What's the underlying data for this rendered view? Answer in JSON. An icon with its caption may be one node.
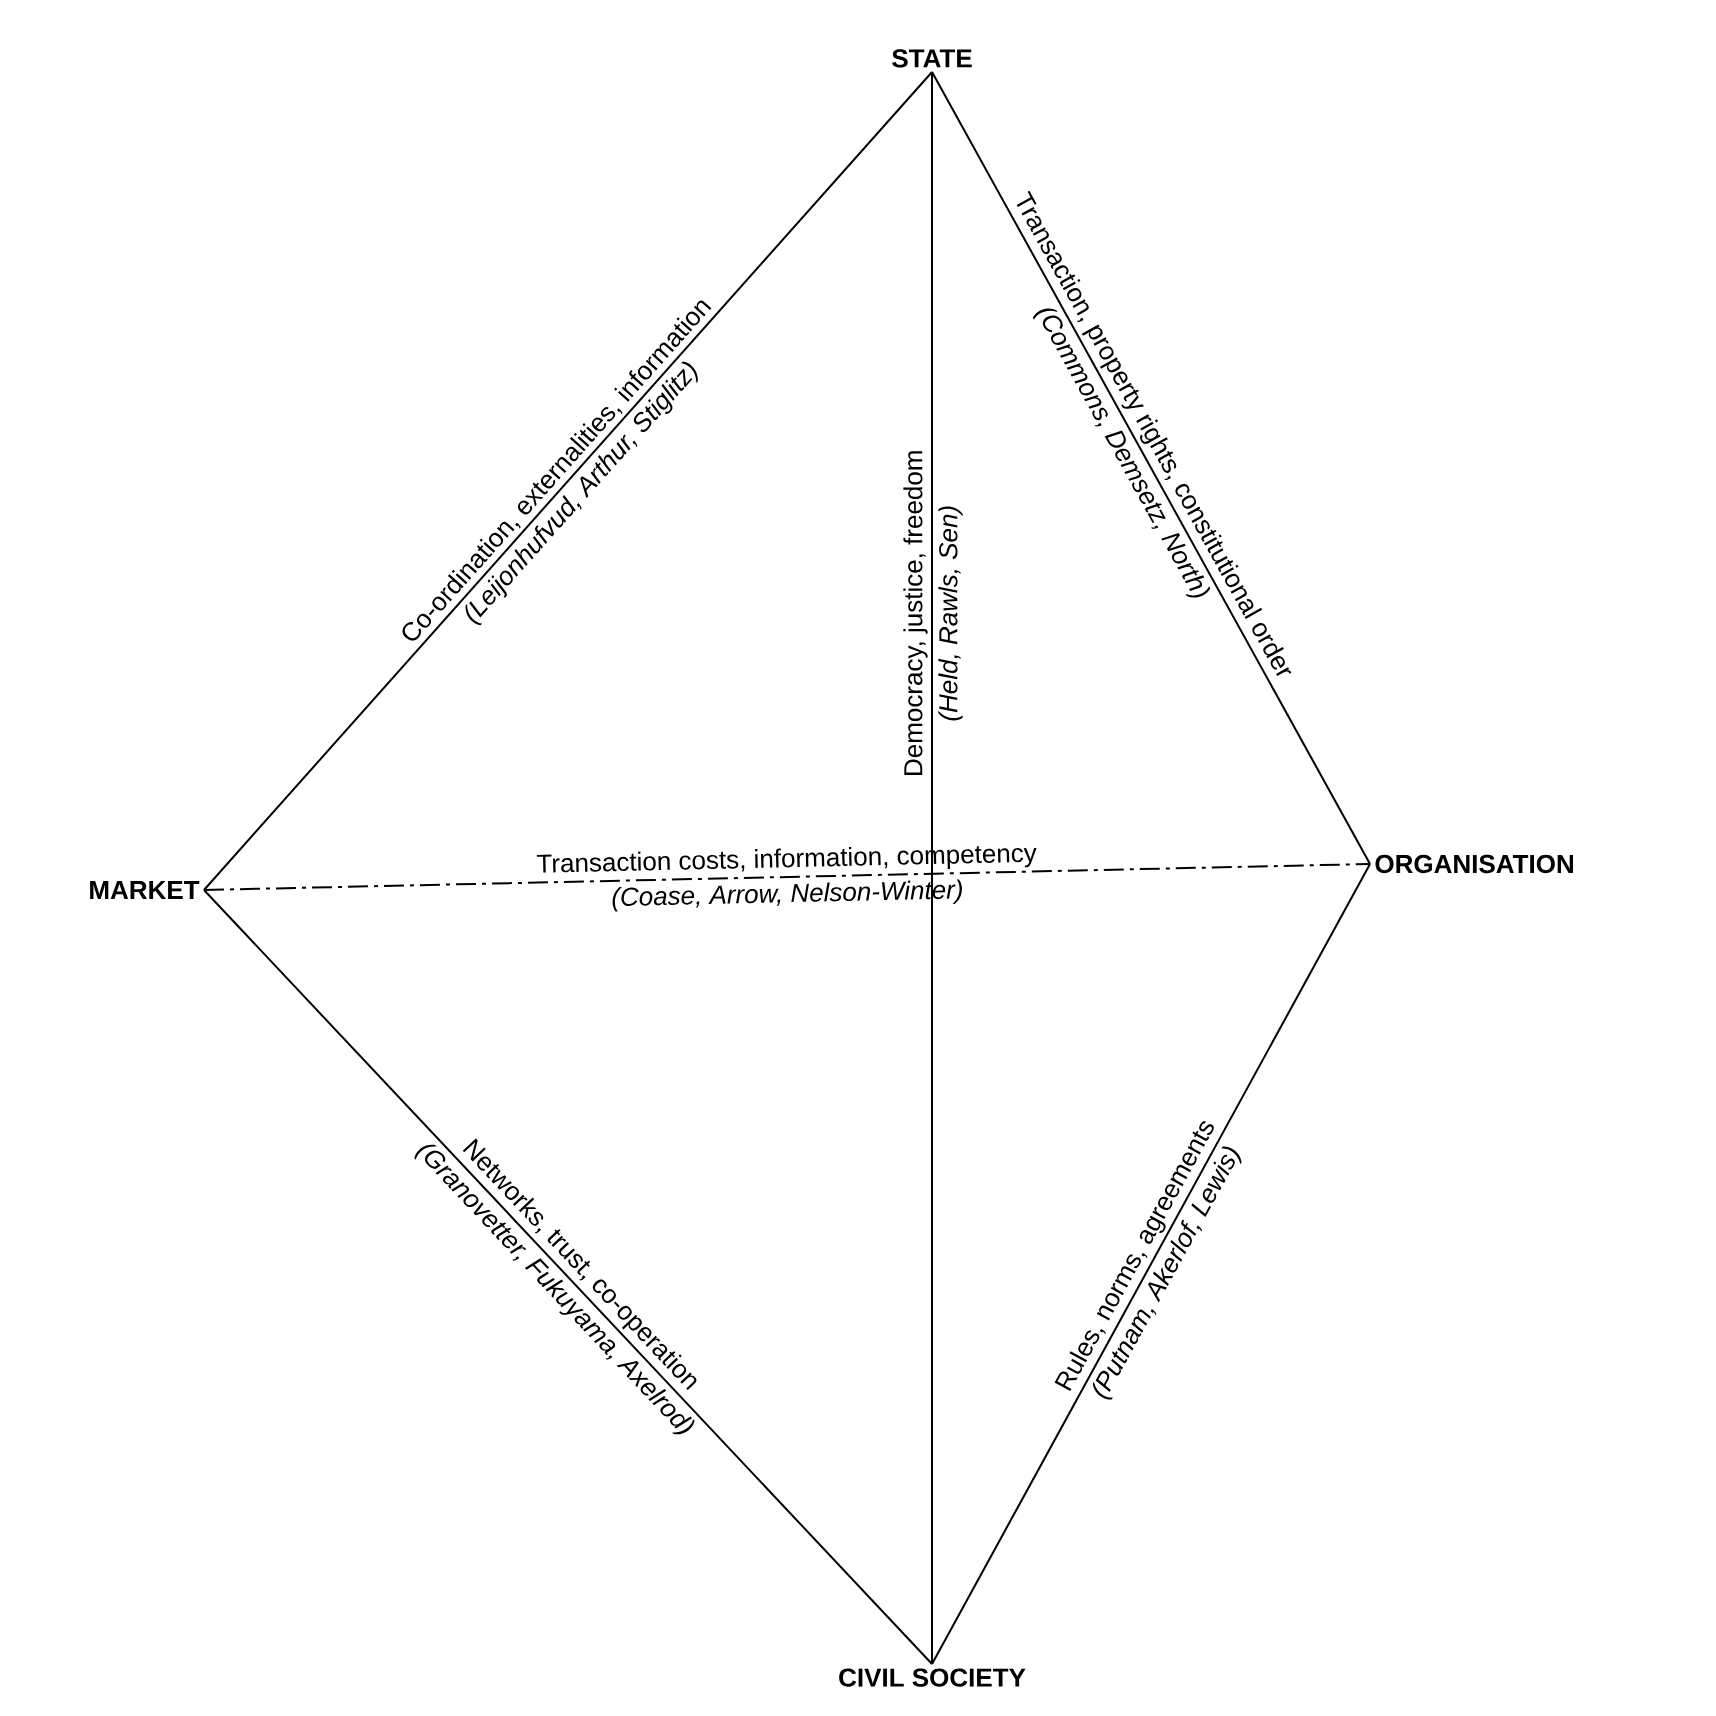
{
  "diagram": {
    "nodes": [
      {
        "text": [
          "STATE"
        ]
      },
      {
        "text": [
          "ORGANISATION"
        ]
      },
      {
        "text": [
          "MARKET"
        ]
      },
      {
        "text": [
          "CIVIL SOCIETY"
        ]
      }
    ],
    "edges": [
      {
        "from": 0,
        "to": 2,
        "arrow": "none",
        "label": "Co-ordination, externalities, information"
      },
      {
        "from": 0,
        "to": 1,
        "arrow": "none",
        "label": "Transaction, property rights, constitutional order"
      },
      {
        "from": 0,
        "to": 3,
        "arrow": "none",
        "label": "Democracy, justice, freedom"
      },
      {
        "from": 2,
        "to": 1,
        "arrow": "none",
        "style": "dashed",
        "label": "Transaction costs, information, competency"
      },
      {
        "from": 2,
        "to": 3,
        "arrow": "none",
        "label": "Networks, trust, co-operation"
      },
      {
        "from": 3,
        "to": 1,
        "arrow": "none",
        "label": "Rules, norms, agreements"
      }
    ],
    "labels": [
      "(Leijonhufvud, Arthur, Stiglitz)",
      "(Commons, Demsetz, North)",
      "(Held, Rawls, Sen)",
      "(Coase, Arrow, Nelson-Winter)",
      "(Granovetter, Fukuyama, Axelrod)",
      "(Putnam, Akerlof, Lewis)"
    ]
  }
}
